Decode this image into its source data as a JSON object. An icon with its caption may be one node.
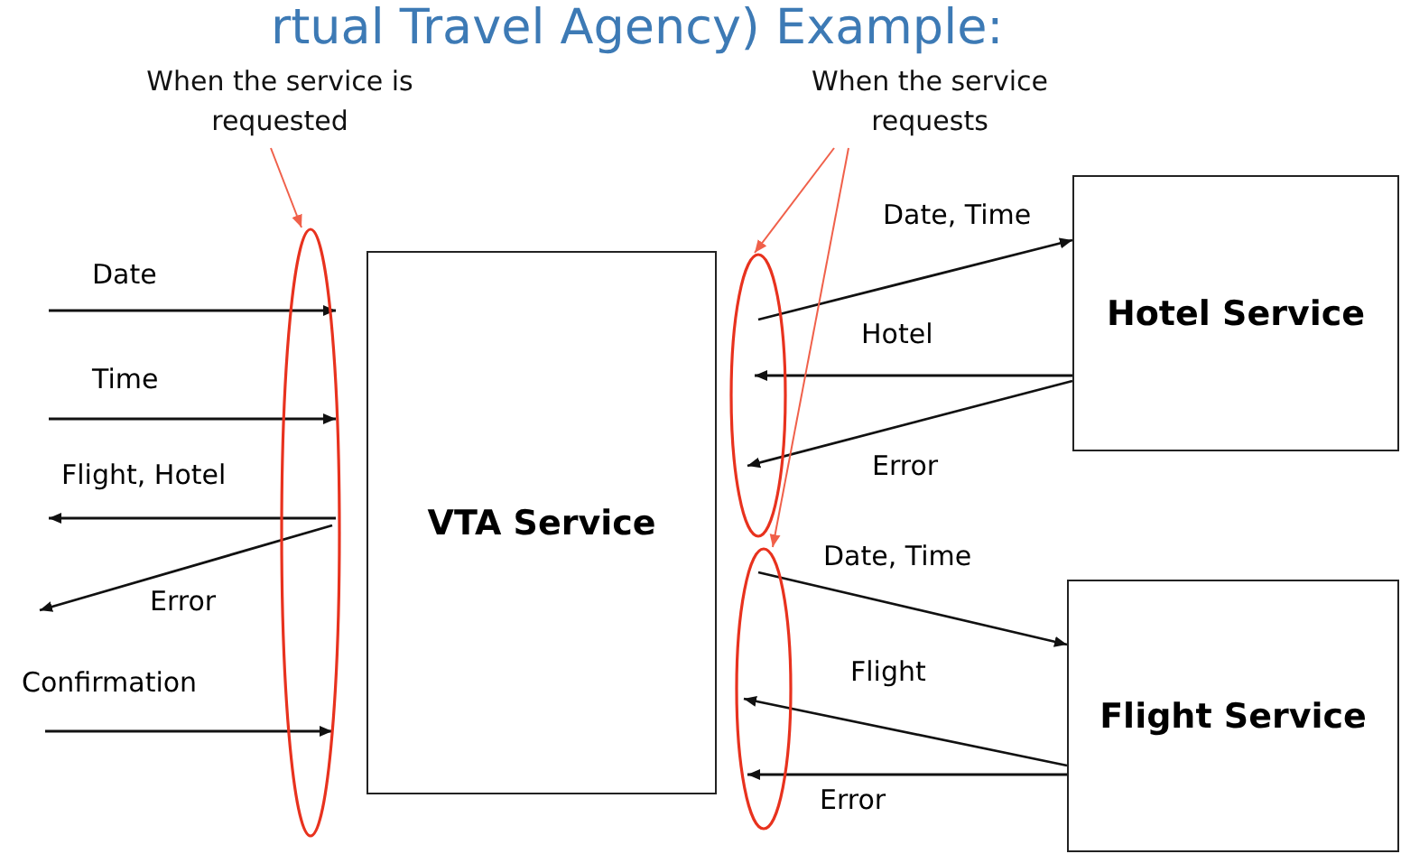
{
  "diagram": {
    "title": "rtual Travel Agency) Example:",
    "nodes": [
      {
        "text": [
          "When the service is requested"
        ]
      },
      {
        "text": [
          "When the service requests"
        ]
      },
      {
        "text": [],
        "shape": "ellipse"
      },
      {
        "text": [
          "VTA Service"
        ]
      },
      {
        "text": [],
        "shape": "ellipse"
      },
      {
        "text": [
          "Hotel Service"
        ]
      },
      {
        "text": [],
        "shape": "ellipse"
      },
      {
        "text": [
          "Flight Service"
        ]
      }
    ],
    "edges": [
      {
        "from": null,
        "to": 2,
        "arrow": "to",
        "label": "Date"
      },
      {
        "from": null,
        "to": 2,
        "arrow": "to",
        "label": "Time"
      },
      {
        "from": 2,
        "to": null,
        "arrow": "to",
        "label": "Flight, Hotel"
      },
      {
        "from": 2,
        "to": null,
        "arrow": "to",
        "label": "Error"
      },
      {
        "from": null,
        "to": 2,
        "arrow": "to",
        "label": "Confirmation"
      },
      {
        "from": 4,
        "to": 5,
        "arrow": "to",
        "label": "Date, Time"
      },
      {
        "from": 5,
        "to": 4,
        "arrow": "to",
        "label": "Hotel"
      },
      {
        "from": 5,
        "to": 4,
        "arrow": "to",
        "label": "Error"
      },
      {
        "from": 6,
        "to": 7,
        "arrow": "to",
        "label": "Date, Time"
      },
      {
        "from": 7,
        "to": 6,
        "arrow": "to",
        "label": "Flight"
      },
      {
        "from": 7,
        "to": 6,
        "arrow": "to",
        "label": "Error"
      },
      {
        "from": 0,
        "to": 2,
        "arrow": "to",
        "color": "#f0604a"
      },
      {
        "from": 1,
        "to": 4,
        "arrow": "to",
        "color": "#f0604a"
      },
      {
        "from": 1,
        "to": 6,
        "arrow": "to",
        "color": "#f0604a"
      }
    ]
  }
}
